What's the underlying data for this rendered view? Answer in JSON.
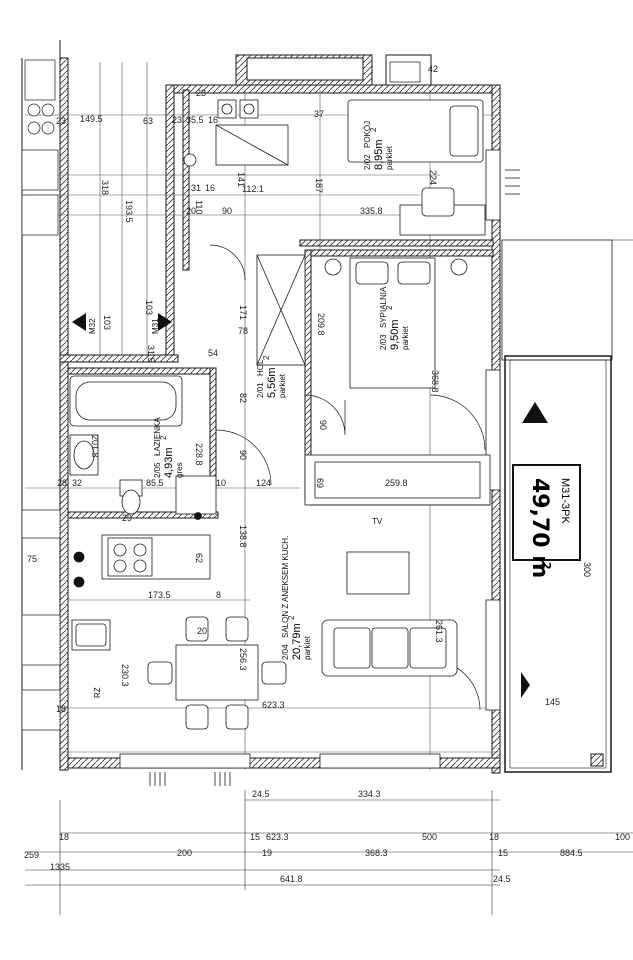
{
  "apartment": {
    "code": "M31-3PK",
    "area": "49,70 m",
    "area_sup": "2"
  },
  "rooms": {
    "pokoj": {
      "num": "2/02",
      "name": "POKÓJ",
      "area": "8,95m",
      "sup": "2",
      "floor": "parkiet"
    },
    "sypialnia": {
      "num": "2/03",
      "name": "SYPIALNIA",
      "area": "9,50m",
      "sup": "2",
      "floor": "parkiet"
    },
    "hol": {
      "num": "2/01",
      "name": "HOL",
      "area": "5,56m",
      "sup": "2",
      "floor": "parkiet"
    },
    "lazienka": {
      "num": "2/05",
      "name": "ŁAZIENKA",
      "area": "4,93m",
      "sup": "2",
      "floor": "gres"
    },
    "salon": {
      "num": "2/04",
      "name": "SALON Z ANEKSEM KUCH.",
      "area": "20,79m",
      "sup": "2",
      "floor": "parkiet"
    }
  },
  "labels": {
    "tv": "TV",
    "m32": "M32",
    "m31": "M31",
    "rz": "RZ"
  },
  "dims": {
    "d149_5": "149.5",
    "d63": "63",
    "d23a": "23",
    "d23b": "23",
    "d35_5": "35.5",
    "d16": "16",
    "d23c": "23",
    "d37": "37",
    "d42": "42",
    "d318": "318",
    "d193_5": "193.5",
    "d103a": "103",
    "d103b": "103",
    "d31_5": "31.5",
    "d141": "141",
    "d31": "31",
    "d16b": "16",
    "d112_1": "112.1",
    "d110": "110",
    "d20a": "20",
    "d90a": "90",
    "d187": "187",
    "d335_8": "335.8",
    "d224": "224",
    "d171": "171",
    "d78": "78",
    "d209_8": "209.8",
    "d54": "54",
    "d82": "82",
    "d90b": "90",
    "d368_8a": "368.8",
    "d228_8": "228.8",
    "d90c": "90",
    "d201_8": "201.8",
    "d85_5": "85.5",
    "d28": "28",
    "d32": "32",
    "d10": "10",
    "d124": "124",
    "d69": "69",
    "d259_8": "259.8",
    "d29": "29",
    "d138_8": "138.8",
    "d62": "62",
    "d75": "75",
    "d173_5": "173.5",
    "d8": "8",
    "d20b": "20",
    "d256_3": "256.3",
    "d261_3": "261.3",
    "d230_3": "230.3",
    "d18a": "18",
    "d623_3a": "623.3",
    "d145": "145",
    "d300": "300",
    "d24_5a": "24.5",
    "d334_3": "334.3",
    "d18b": "18",
    "d15": "15",
    "d623_3b": "623.3",
    "d500": "500",
    "d18c": "18",
    "d100": "100",
    "d259": "259",
    "d200": "200",
    "d19": "19",
    "d368_3": "368.3",
    "d15b": "15",
    "d884_5": "884.5",
    "d1335": "1335",
    "d641_8": "641.8",
    "d24_5b": "24.5"
  },
  "colors": {
    "line": "#1a1a1a",
    "hatch": "#333333",
    "paper": "#ffffff"
  }
}
